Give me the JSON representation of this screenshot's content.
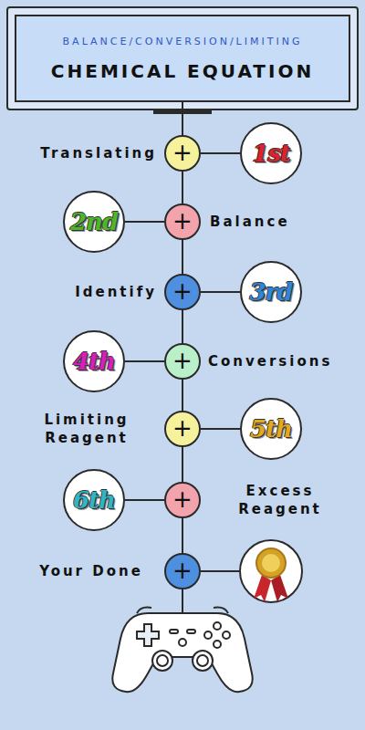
{
  "diagram": {
    "nodes": [
      {
        "text": [
          "BALANCE/CONVERSION/LIMITING",
          "CHEMICAL EQUATION"
        ]
      },
      {
        "text": [
          "+"
        ]
      },
      {
        "text": [
          "1st"
        ]
      },
      {
        "text": [
          "2nd"
        ]
      },
      {
        "text": [
          "+"
        ]
      },
      {
        "text": [
          "+"
        ]
      },
      {
        "text": [
          "3rd"
        ]
      },
      {
        "text": [
          "4th"
        ]
      },
      {
        "text": [
          "+"
        ]
      },
      {
        "text": [
          "+"
        ]
      },
      {
        "text": [
          "5th"
        ]
      },
      {
        "text": [
          "6th"
        ]
      },
      {
        "text": [
          "+"
        ]
      },
      {
        "text": [
          "+"
        ]
      }
    ],
    "edges": [
      {
        "from": 0,
        "to": 1,
        "arrow": "none"
      },
      {
        "from": 1,
        "to": 4,
        "arrow": "none"
      },
      {
        "from": 4,
        "to": 5,
        "arrow": "none"
      },
      {
        "from": 5,
        "to": 8,
        "arrow": "none"
      },
      {
        "from": 8,
        "to": 9,
        "arrow": "none"
      },
      {
        "from": 9,
        "to": 12,
        "arrow": "none"
      },
      {
        "from": 12,
        "to": 13,
        "arrow": "none"
      },
      {
        "from": 1,
        "to": 2,
        "arrow": "none"
      },
      {
        "from": 4,
        "to": 3,
        "arrow": "none"
      },
      {
        "from": 5,
        "to": 6,
        "arrow": "none"
      },
      {
        "from": 8,
        "to": 7,
        "arrow": "none"
      },
      {
        "from": 9,
        "to": 10,
        "arrow": "none"
      },
      {
        "from": 12,
        "to": 11,
        "arrow": "none"
      }
    ],
    "labels": [
      "Translating",
      "Balance",
      "Identify",
      "Conversions",
      "Limiting Reagent",
      "Excess Reagent",
      "Your Done"
    ]
  }
}
